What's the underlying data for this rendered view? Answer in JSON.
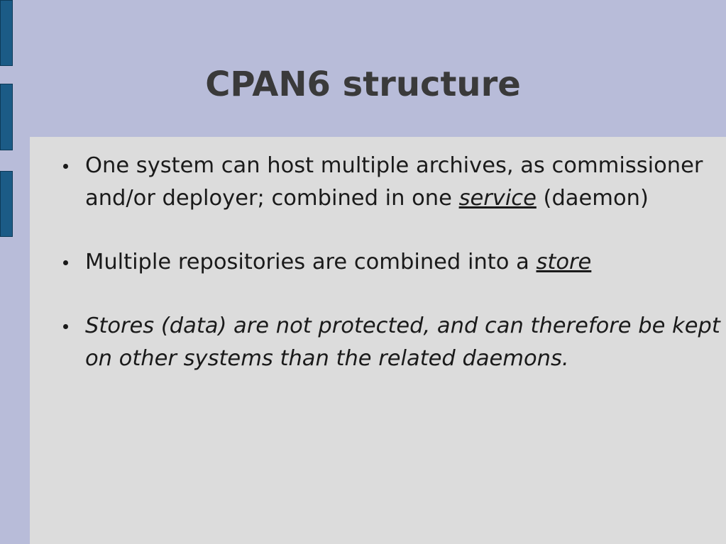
{
  "slide": {
    "title": "CPAN6 structure",
    "bullets": [
      {
        "before": "One system can host multiple archives, as commissioner and/or deployer; combined in one ",
        "term": "service",
        "after": " (daemon)"
      },
      {
        "before": "Multiple repositories are combined into a ",
        "term": "store",
        "after": ""
      },
      {
        "text": "Stores (data) are not protected, and can therefore be kept on other systems than the related daemons."
      }
    ]
  }
}
